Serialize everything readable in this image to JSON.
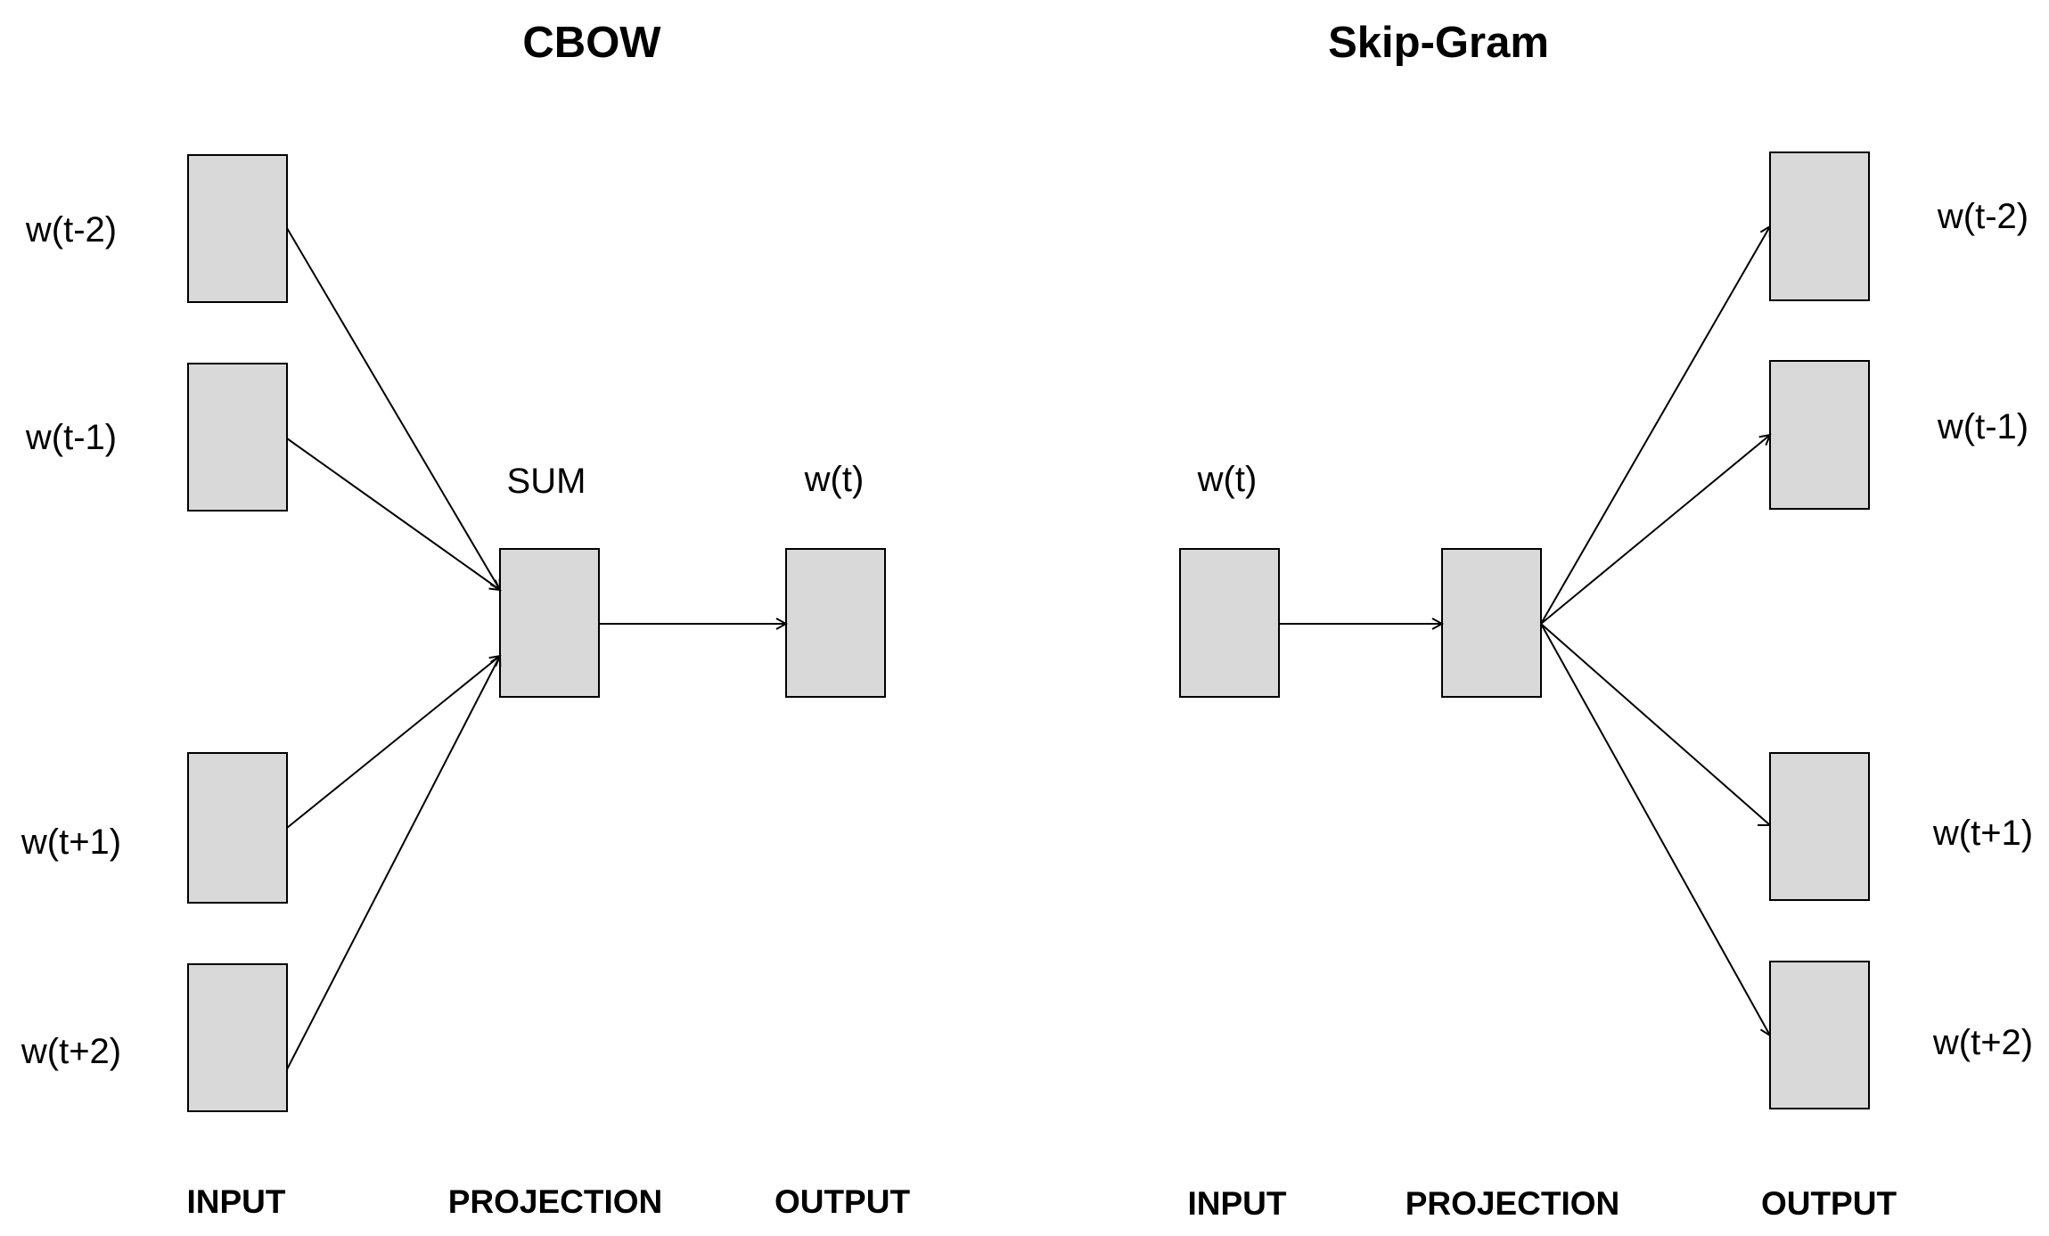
{
  "cbow": {
    "title": "CBOW",
    "inputs": [
      "w(t-2)",
      "w(t-1)",
      "w(t+1)",
      "w(t+2)"
    ],
    "projection_label": "SUM",
    "output_label": "w(t)",
    "layers": [
      "INPUT",
      "PROJECTION",
      "OUTPUT"
    ]
  },
  "skipgram": {
    "title": "Skip-Gram",
    "input_label": "w(t)",
    "outputs": [
      "w(t-2)",
      "w(t-1)",
      "w(t+1)",
      "w(t+2)"
    ],
    "layers": [
      "INPUT",
      "PROJECTION",
      "OUTPUT"
    ]
  },
  "colors": {
    "box_fill": "#d9d9d9",
    "stroke": "#000000",
    "background": "#ffffff"
  }
}
